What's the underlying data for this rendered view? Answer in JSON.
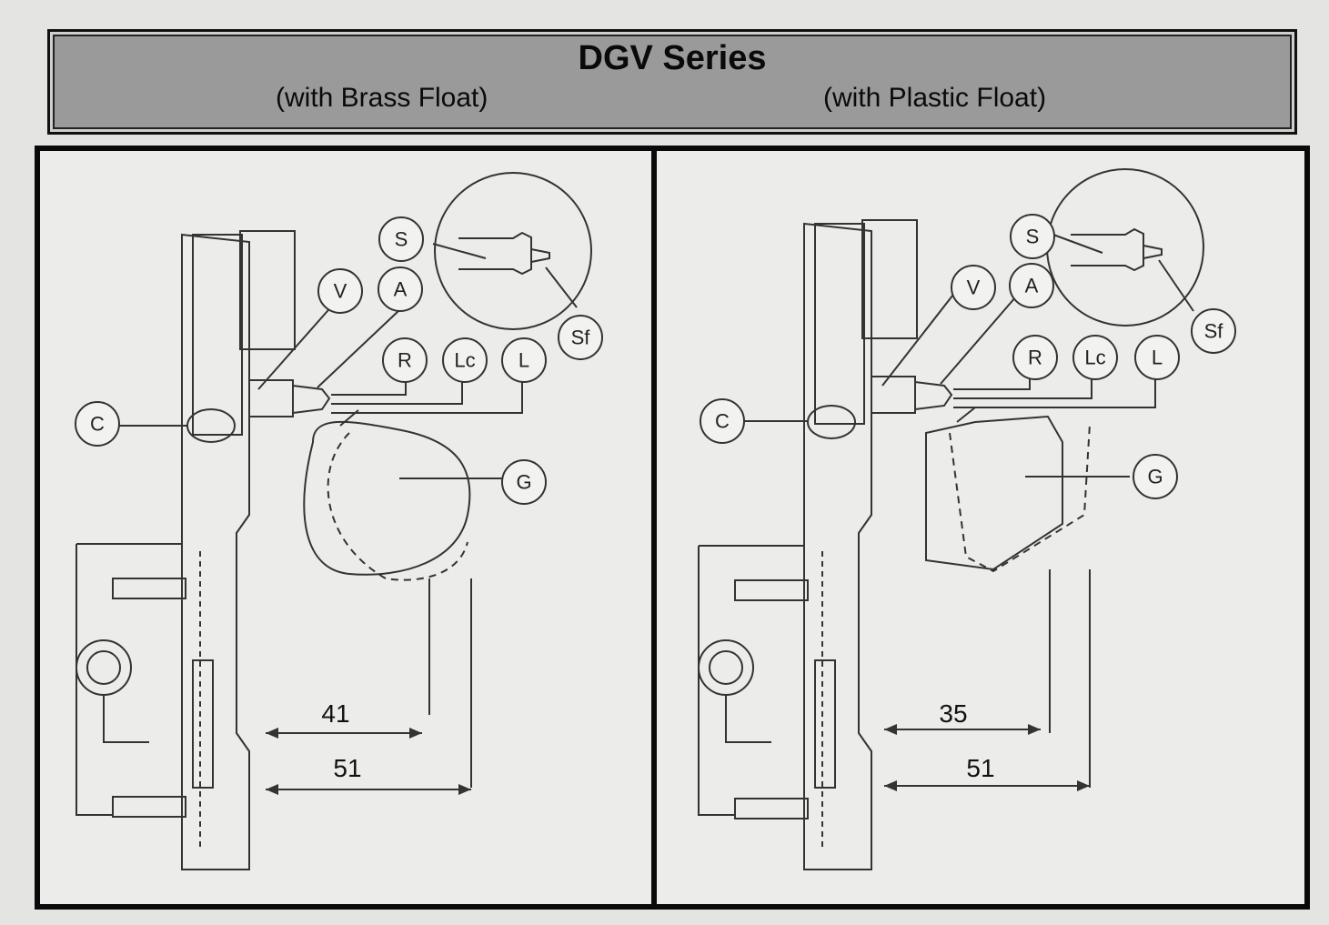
{
  "header": {
    "title": "DGV Series",
    "left_subtitle": "(with Brass Float)",
    "right_subtitle": "(with Plastic Float)"
  },
  "left_panel": {
    "labels": [
      "S",
      "V",
      "A",
      "Sf",
      "R",
      "Lc",
      "L",
      "C",
      "G"
    ],
    "dimension_inner": "41",
    "dimension_outer": "51"
  },
  "right_panel": {
    "labels": [
      "S",
      "V",
      "A",
      "Sf",
      "R",
      "Lc",
      "L",
      "C",
      "G"
    ],
    "dimension_inner": "35",
    "dimension_outer": "51"
  }
}
